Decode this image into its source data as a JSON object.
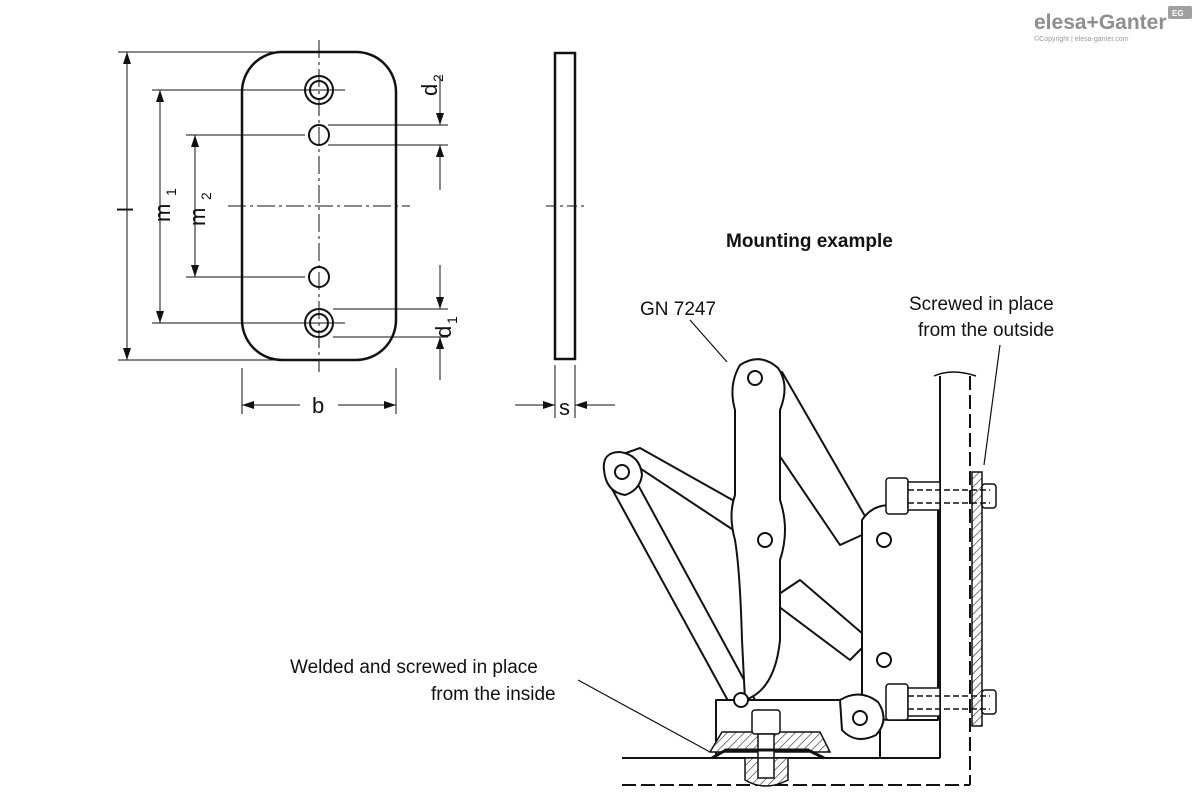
{
  "logo": {
    "name": "elesa+Ganter",
    "copyright": "©Copyright | elesa-ganter.com",
    "badge": "EG"
  },
  "dimensions": {
    "l": "l",
    "m1": "m",
    "m1_sub": "1",
    "m2": "m",
    "m2_sub": "2",
    "d2": "d",
    "d2_sub": "2",
    "d1": "d",
    "d1_sub": "1",
    "b": "b",
    "s": "s"
  },
  "mounting": {
    "title": "Mounting example",
    "part": "GN 7247",
    "outside_line1": "Screwed in place",
    "outside_line2": "from the outside",
    "inside_line1": "Welded and screwed in place",
    "inside_line2": "from the inside"
  }
}
